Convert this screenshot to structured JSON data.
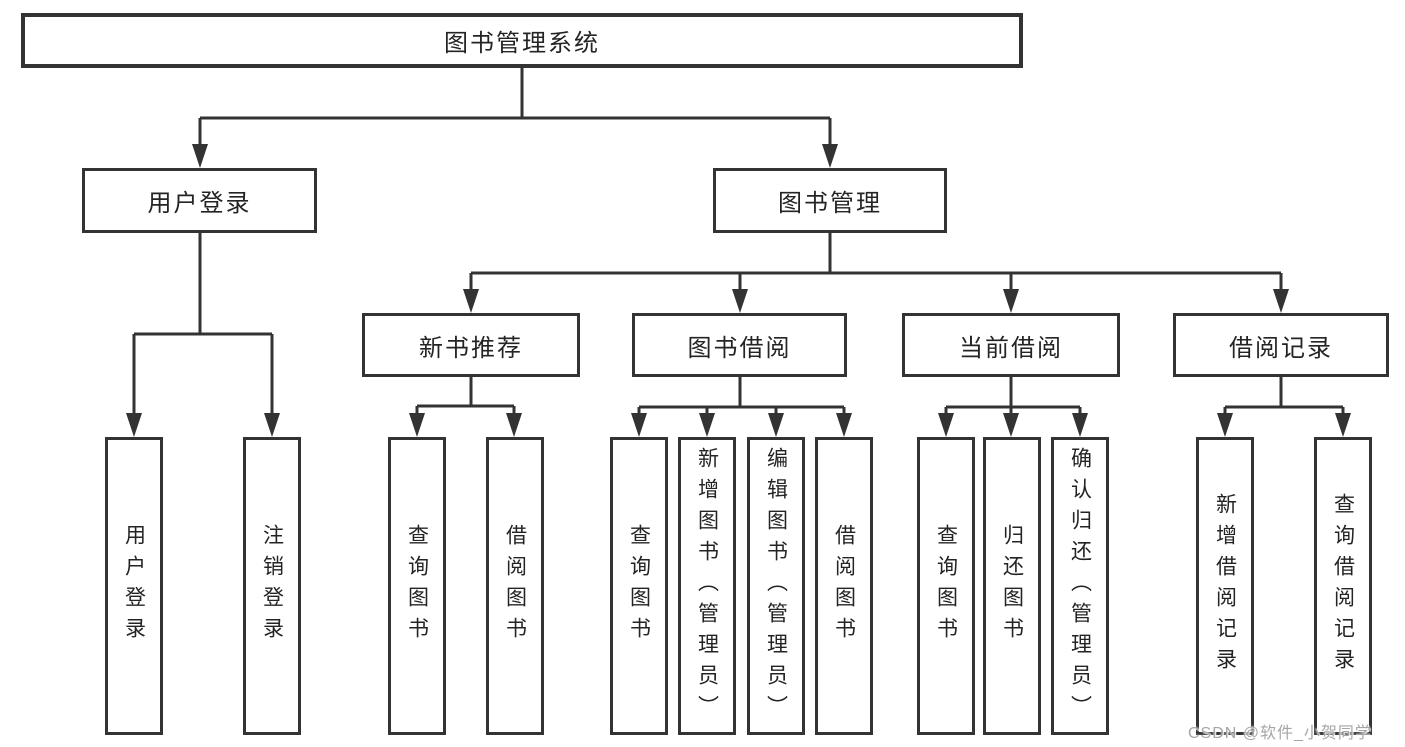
{
  "tree": {
    "label": "图书管理系统",
    "children": [
      {
        "label": "用户登录",
        "children": [
          {
            "label": "用户登录"
          },
          {
            "label": "注销登录"
          }
        ]
      },
      {
        "label": "图书管理",
        "children": [
          {
            "label": "新书推荐",
            "children": [
              {
                "label": "查询图书"
              },
              {
                "label": "借阅图书"
              }
            ]
          },
          {
            "label": "图书借阅",
            "children": [
              {
                "label": "查询图书"
              },
              {
                "label": "新增图书（管理员）"
              },
              {
                "label": "编辑图书（管理员）"
              },
              {
                "label": "借阅图书"
              }
            ]
          },
          {
            "label": "当前借阅",
            "children": [
              {
                "label": "查询图书"
              },
              {
                "label": "归还图书"
              },
              {
                "label": "确认归还（管理员）"
              }
            ]
          },
          {
            "label": "借阅记录",
            "children": [
              {
                "label": "新增借阅记录"
              },
              {
                "label": "查询借阅记录"
              }
            ]
          }
        ]
      }
    ]
  },
  "watermark": {
    "text": "CSDN @软件_小贺同学"
  },
  "colors": {
    "line": "#333333",
    "text": "#242424",
    "watermark": "#a6a6a6",
    "bg": "#ffffff"
  }
}
